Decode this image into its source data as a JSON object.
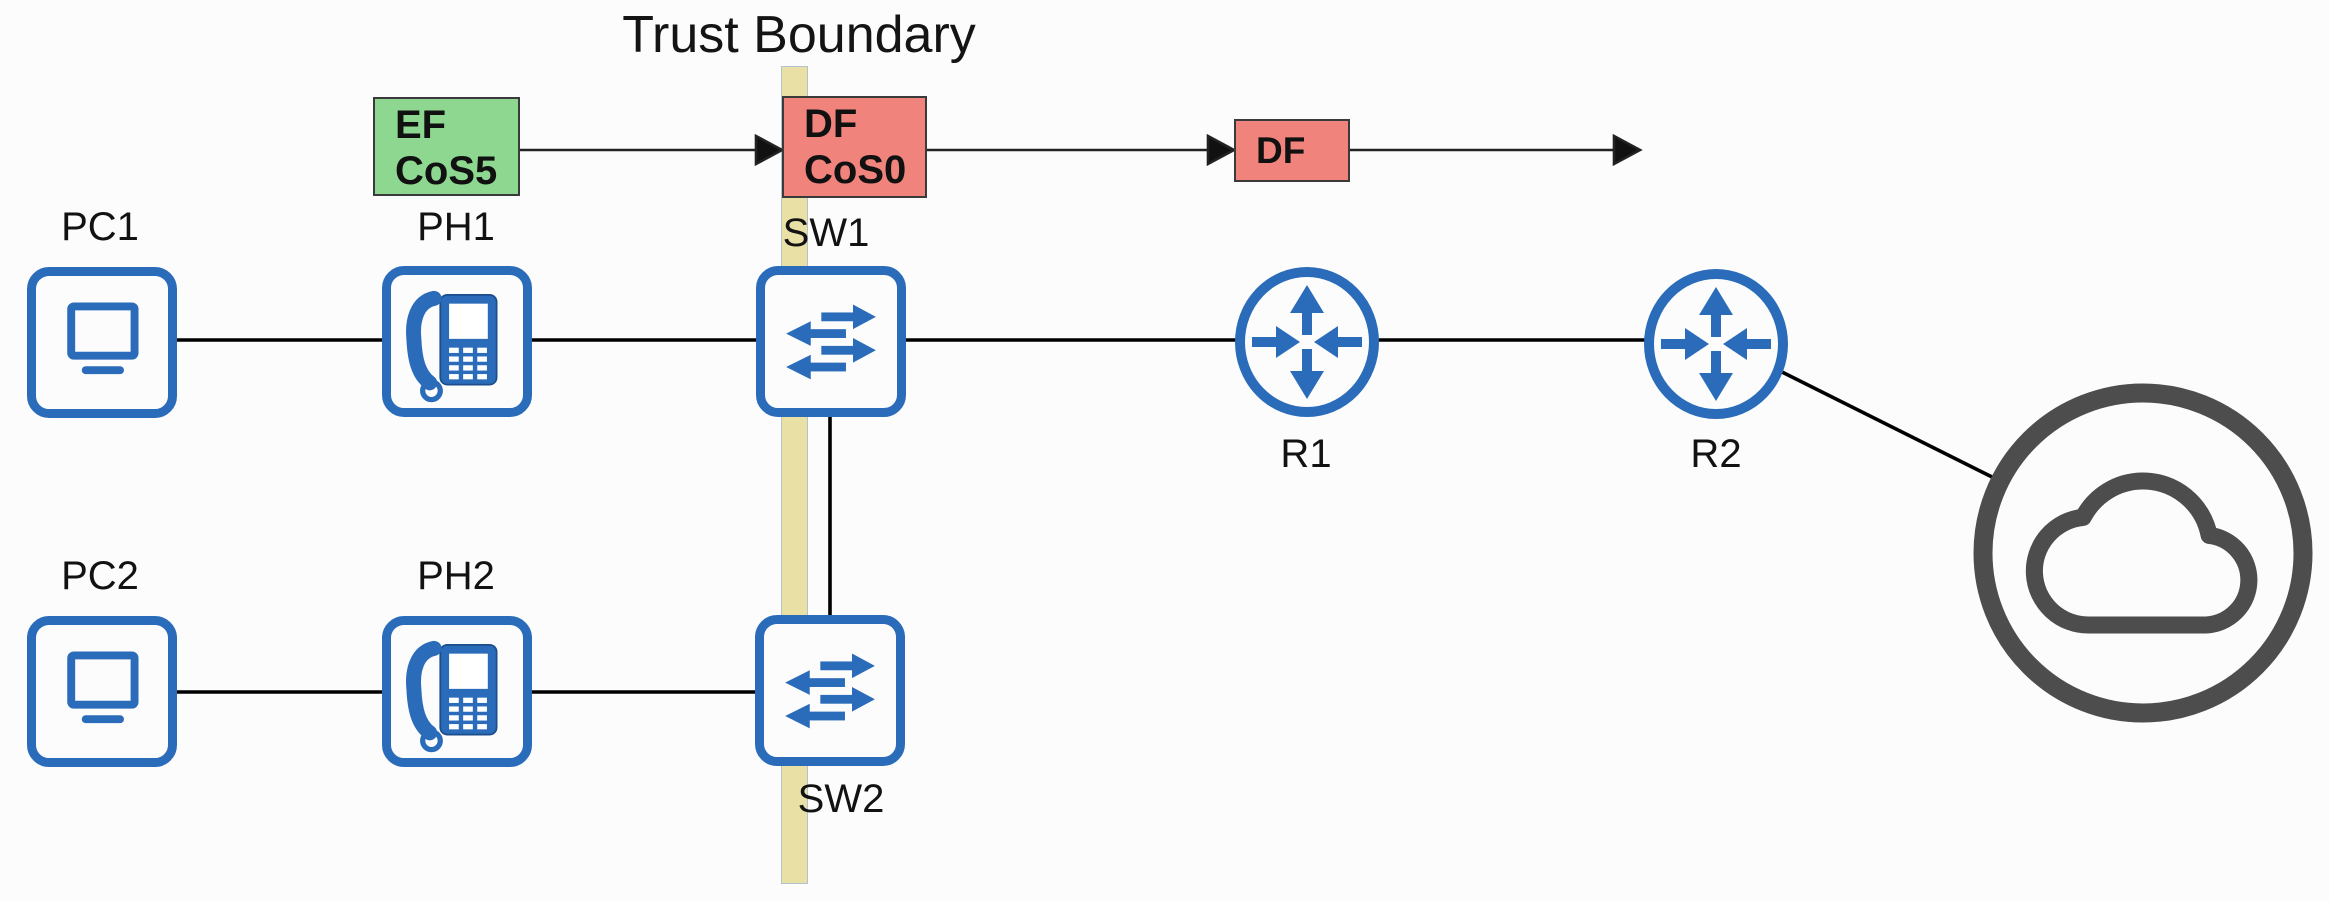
{
  "title": "Trust Boundary",
  "flow": {
    "ef": {
      "line1": "EF",
      "line2": "CoS5"
    },
    "df_cos0": {
      "line1": "DF",
      "line2": "CoS0"
    },
    "df": {
      "line1": "DF"
    }
  },
  "devices": {
    "pc1": {
      "label": "PC1",
      "type": "computer"
    },
    "ph1": {
      "label": "PH1",
      "type": "ip-phone"
    },
    "sw1": {
      "label": "SW1",
      "type": "switch"
    },
    "r1": {
      "label": "R1",
      "type": "router"
    },
    "r2": {
      "label": "R2",
      "type": "router"
    },
    "pc2": {
      "label": "PC2",
      "type": "computer"
    },
    "ph2": {
      "label": "PH2",
      "type": "ip-phone"
    },
    "sw2": {
      "label": "SW2",
      "type": "switch"
    },
    "cloud": {
      "type": "cloud-wan"
    }
  },
  "colors": {
    "device_blue": "#2b6cba",
    "marking_green": "#8dd790",
    "marking_red": "#f0837c",
    "boundary_yellow": "#e9e0a6",
    "cloud_gray": "#4d4d4d",
    "line_black": "#000000"
  }
}
